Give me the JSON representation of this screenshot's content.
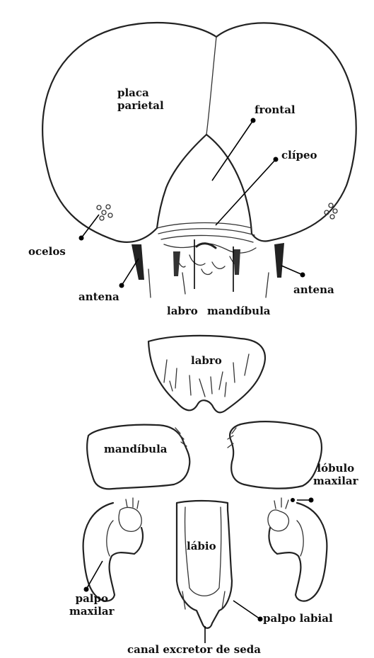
{
  "labels": {
    "placa_parietal": [
      "placa",
      "parietal"
    ],
    "frontal": "frontal",
    "clipeo": "clípeo",
    "ocelos": "ocelos",
    "antena_left": "antena",
    "antena_right": "antena",
    "labro_top": "labro",
    "mandibula_top": "mandíbula",
    "labro_part": "labro",
    "mandibula_part": "mandíbula",
    "lobulo_maxilar": [
      "lóbulo",
      "maxilar"
    ],
    "labio": "lábio",
    "palpo_maxilar": [
      "palpo",
      "maxilar"
    ],
    "palpo_labial": "palpo labial",
    "canal_excretor": "canal excretor de seda"
  },
  "colors": {
    "ink": "#222222",
    "paper": "#ffffff"
  }
}
